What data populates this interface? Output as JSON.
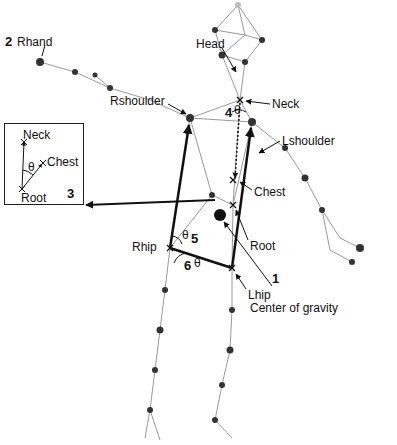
{
  "diagram": {
    "nodes": [
      {
        "text": [
          "Neck",
          "Chest",
          "θ",
          "Root",
          "3"
        ]
      }
    ],
    "labels": [
      "Head",
      "Rshoulder",
      "Neck",
      "Lshoulder",
      "Chest",
      "Root",
      "Rhip",
      "Lhip",
      "Center of gravity",
      "1",
      "2",
      "Rhand",
      "4",
      "θ",
      "θ",
      "5",
      "6",
      "θ"
    ]
  }
}
